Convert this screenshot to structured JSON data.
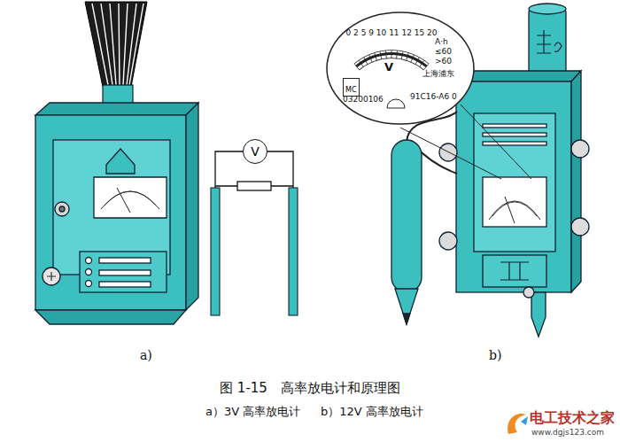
{
  "diagram": {
    "caption": "图 1-15　高率放电计和原理图",
    "nodes": [
      {
        "text": [
          "0 2 5 9 10 11 12 15 20",
          "V",
          "A·h",
          "≤60",
          ">60",
          "上海浦东",
          "03200106",
          "91C16-A6 0"
        ]
      },
      {
        "text": [
          "MC"
        ],
        "in": 0
      },
      {
        "text": [
          "V"
        ]
      }
    ],
    "labels": [
      "a)",
      "b)",
      "a）3V 高率放电计",
      "b）12V 高率放电计",
      "电工技术之家",
      "www.dgjs123.com"
    ]
  }
}
